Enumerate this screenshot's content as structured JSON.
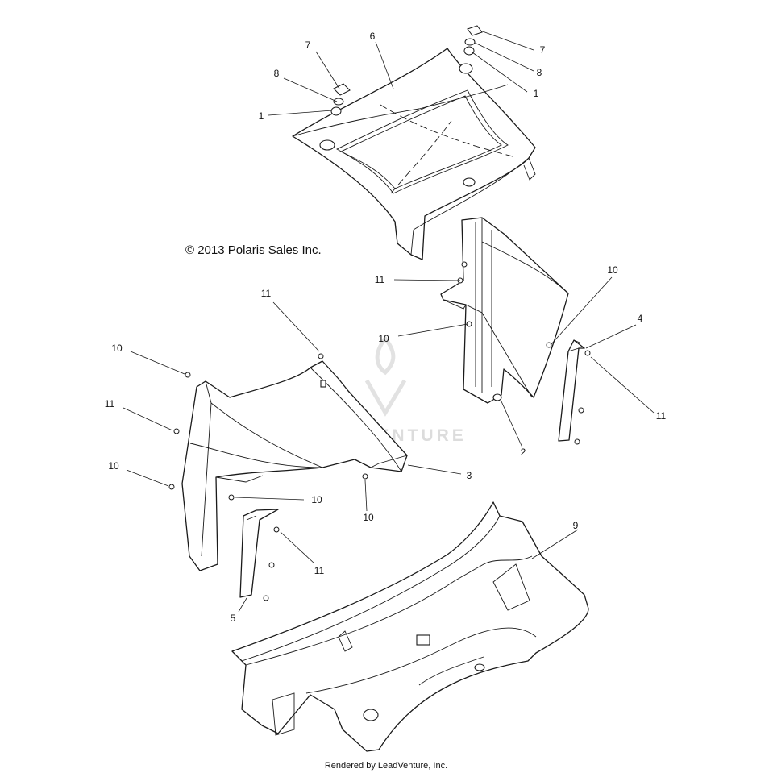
{
  "copyright": "© 2013 Polaris Sales Inc.",
  "rendered_by": "Rendered by LeadVenture, Inc.",
  "watermark": {
    "logo": "leadventure-flame-logo",
    "text": "LEADVENTURE"
  },
  "callouts": [
    "7",
    "8",
    "1",
    "6",
    "7",
    "8",
    "1",
    "11",
    "10",
    "10",
    "4",
    "11",
    "2",
    "11",
    "10",
    "11",
    "10",
    "3",
    "10",
    "10",
    "9",
    "11",
    "5"
  ]
}
